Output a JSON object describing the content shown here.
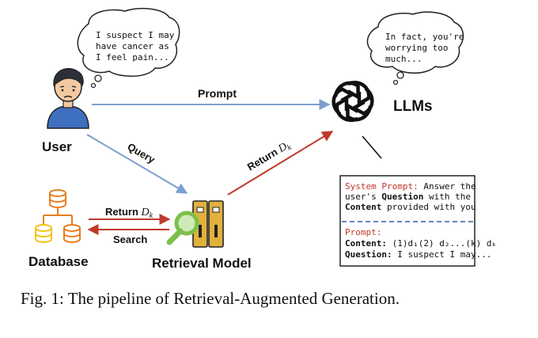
{
  "user": {
    "label": "User",
    "thought": [
      "I suspect I may",
      "have cancer as",
      "I feel pain..."
    ]
  },
  "llm": {
    "label": "LLMs",
    "thought": [
      "In fact, you're",
      "worrying too",
      "much..."
    ]
  },
  "edges": {
    "prompt": "Prompt",
    "query": "Query",
    "return_llm_prefix": "Return ",
    "return_db_prefix": "Return ",
    "return_symbol": "D",
    "return_subscript": "k",
    "search": "Search"
  },
  "database": {
    "label": "Database"
  },
  "retrieval": {
    "label": "Retrieval Model"
  },
  "prompt_box": {
    "system_label": "System Prompt:",
    "system_line1_rest": " Answer the",
    "system_line2_a": "user's ",
    "system_line2_bold": "Question",
    "system_line2_b": " with the",
    "system_line3_bold": "Content",
    "system_line3_rest": " provided with you",
    "prompt_label": "Prompt:",
    "content_label": "Content:",
    "content_text": " (1)d₁(2) d₂...(k) dₖ",
    "question_label": "Question:",
    "question_text": " I suspect I may..."
  },
  "caption": "Fig. 1: The pipeline of Retrieval-Augmented Generation.",
  "colors": {
    "blue_arrow": "#7b9fcf",
    "red_arrow": "#c0392b",
    "dashed_blue": "#2f5fa7",
    "prompt_red": "#c0392b",
    "db_orange": "#e67e22",
    "db_yellow": "#f1c40f",
    "magnifier_green": "#7cc04a",
    "binder_gold": "#e2b13c",
    "user_shirt": "#3f6fbf"
  }
}
